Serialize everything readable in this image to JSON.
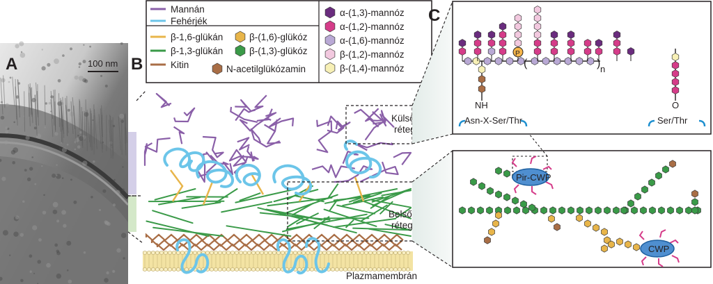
{
  "panels": {
    "a": "A",
    "b": "B",
    "c": "C"
  },
  "scale_bar": "100 nm",
  "legend": {
    "mannan": "Mannán",
    "protein": "Fehérjék",
    "b16_glucan": "β-1,6-glükán",
    "b13_glucan": "β-1,3-glükán",
    "chitin": "Kitin",
    "b16_glucose": "β-(1,6)-glükóz",
    "b13_glucose": "β-(1,3)-glükóz",
    "glcnac": "N-acetilglükózamin",
    "a13_mannose": "α-(1,3)-mannóz",
    "a12_mannose": "α-(1,2)-mannóz",
    "a16_mannose": "α-(1,6)-mannóz",
    "b12_mannose": "β-(1,2)-mannóz",
    "b14_mannose": "β-(1,4)-mannóz"
  },
  "labels": {
    "outer_layer_1": "Külső",
    "outer_layer_2": "réteg",
    "inner_layer_1": "Belső",
    "inner_layer_2": "réteg",
    "plasma_membrane": "Plazmamembrán",
    "nh": "NH",
    "o": "O",
    "asn_site": "Asn-X-Ser/Thr",
    "ser_thr": "Ser/Thr",
    "phosphate": "P",
    "repeat_n": "n",
    "pir_cwp": "Pir-CWP",
    "cwp": "CWP"
  },
  "colors": {
    "mannan": "#8a5fa8",
    "protein": "#6cc5e9",
    "b16_glucan": "#e8b54a",
    "b13_glucan": "#3a9a48",
    "chitin": "#a96e46",
    "a13": "#6a2c7e",
    "a12": "#d53c89",
    "a16": "#b9a9d5",
    "b12": "#f2c9df",
    "b14": "#f7f0b6",
    "membrane": "#f3e3a3",
    "cwp": "#4f8fd0"
  }
}
